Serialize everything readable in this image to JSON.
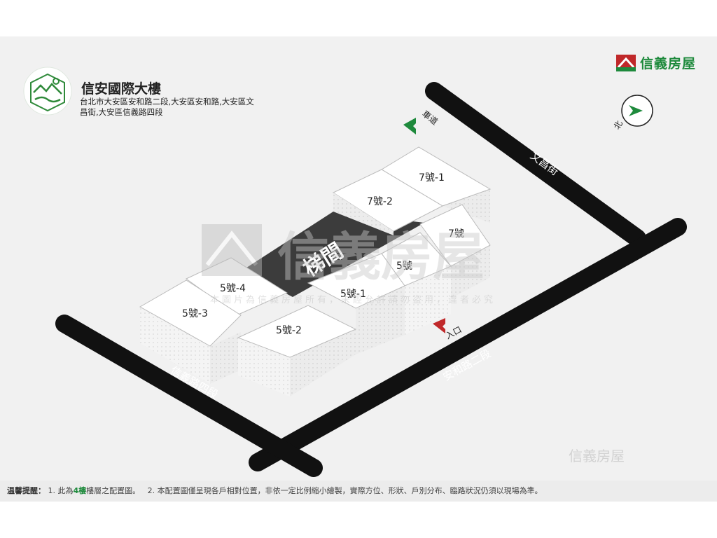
{
  "building": {
    "name": "信安國際大樓",
    "address": "台北市大安區安和路二段,大安區安和路,大安區文昌街,大安區信義路四段"
  },
  "brand": {
    "name": "信義房屋",
    "color": "#1e8a3c",
    "watermark": "信義房屋",
    "watermark_corner": "信義房屋"
  },
  "roads": {
    "wenchang": "文昌街",
    "anhe": "安和路二段",
    "xinyi": "信義路四段"
  },
  "markers": {
    "driveway": "車道",
    "entrance": "入口",
    "entrance_color": "#c0282a",
    "driveway_color": "#1e8a3c",
    "north": "北"
  },
  "core_label": "梯間",
  "units": [
    "7號-1",
    "7號-2",
    "7號",
    "5號",
    "5號-1",
    "5號-2",
    "5號-3",
    "5號-4"
  ],
  "copyright": "本圖片為信義房屋所有，未經允許請勿盜用，違者必究",
  "notice": {
    "prefix": "温馨提醒：",
    "item1_before": "1. 此為",
    "floor": "4樓",
    "item1_after": "樓層之配置圖。",
    "item2": "2. 本配置圖僅呈現各戶相對位置，非依一定比例縮小繪製，實際方位、形狀、戶別分布、臨路狀況仍須以現場為準。"
  }
}
